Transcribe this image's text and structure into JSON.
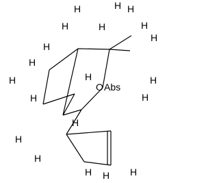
{
  "molecule": {
    "atoms": [
      {
        "id": "c1",
        "element": "C"
      },
      {
        "id": "c2",
        "element": "C"
      },
      {
        "id": "c3",
        "element": "C"
      },
      {
        "id": "c4",
        "element": "C"
      },
      {
        "id": "c5",
        "element": "C"
      },
      {
        "id": "c6",
        "element": "C"
      },
      {
        "id": "c7",
        "element": "C"
      },
      {
        "id": "c8",
        "element": "C"
      },
      {
        "id": "c9",
        "element": "C"
      },
      {
        "id": "c10",
        "element": "C"
      },
      {
        "id": "c11",
        "element": "C"
      },
      {
        "id": "c12",
        "element": "C"
      },
      {
        "id": "c13",
        "element": "C"
      },
      {
        "id": "o1",
        "element": "O"
      }
    ],
    "bonds": [
      {
        "from": "c2",
        "to": "c1",
        "order": 1
      },
      {
        "from": "c3",
        "to": "c2",
        "order": 1
      },
      {
        "from": "c4",
        "to": "c3",
        "order": 1
      },
      {
        "from": "c5",
        "to": "c4",
        "order": 1
      },
      {
        "from": "c5",
        "to": "c1",
        "order": 1
      },
      {
        "from": "c5",
        "to": "c6",
        "order": 1
      },
      {
        "from": "c6",
        "to": "c7",
        "order": 1
      },
      {
        "from": "c7",
        "to": "c8",
        "order": 1
      },
      {
        "from": "c8",
        "to": "c9",
        "order": 2
      },
      {
        "from": "c9",
        "to": "c10",
        "order": 1
      },
      {
        "from": "c10",
        "to": "c7",
        "order": 1
      },
      {
        "from": "c6",
        "to": "o1",
        "order": 1
      },
      {
        "from": "o1",
        "to": "c11",
        "order": 1
      },
      {
        "from": "c11",
        "to": "c4",
        "order": 1
      },
      {
        "from": "c11",
        "to": "c12",
        "order": 1
      },
      {
        "from": "c11",
        "to": "c13",
        "order": 1
      }
    ],
    "labels": {
      "o1": "O",
      "abs": "Abs"
    },
    "hydrogen_symbol": "H"
  }
}
